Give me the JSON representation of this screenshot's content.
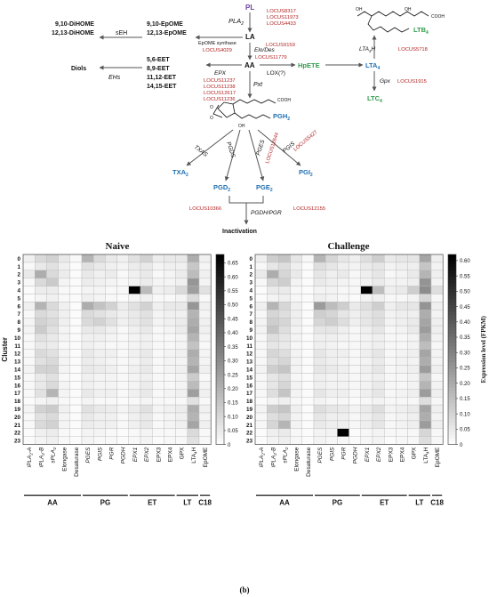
{
  "pathway": {
    "PL": "PL",
    "PLA2": "PLA",
    "PLA2_sub": "2",
    "loci_pla2": [
      "LOCUS8317",
      "LOCUS11973",
      "LOCUS4433"
    ],
    "LA": "LA",
    "epome": [
      "9,10-EpOME",
      "12,13-EpOME"
    ],
    "dihome": [
      "9,10-DiHOME",
      "12,13-DiHOME"
    ],
    "seh": "sEH",
    "epome_synthase": "EpOME synthase",
    "locus_epome": "LOCUS4029",
    "elo_des": "Elo/Des",
    "loci_elo": [
      "LOCUS9159",
      "LOCUS11779"
    ],
    "AA": "AA",
    "eets": [
      "5,6-EET",
      "8,9-EET",
      "11,12-EET",
      "14,15-EET"
    ],
    "diols": "Diols",
    "ehs": "EHs",
    "epx": "EPX",
    "loci_epx": [
      "LOCUS11237",
      "LOCUS11238",
      "LOCUS12617",
      "LOCUS11236"
    ],
    "lox": "LOX(?)",
    "hpete": "HpETE",
    "lta4": "LTA",
    "lta4_sub": "4",
    "ltb4": "LTB",
    "ltb4_sub": "4",
    "lta4h": "LTA",
    "lta4h_sub": "4",
    "lta4h_suffix": "H",
    "locus_lta4h": "LOCUS5718",
    "gpx": "Gpx",
    "locus_gpx": "LOCUS1915",
    "ltc4": "LTC",
    "ltc4_sub": "4",
    "pxt": "Pxt",
    "cooh": "COOH",
    "oh": "OH",
    "o": "O",
    "pgh2": "PGH",
    "pgh2_sub": "2",
    "txas": "TXAS",
    "pgds": "PGDS",
    "pges": "PGES",
    "pgis": "PGIS",
    "locus_5427": "LOCUS5427",
    "locus_12644": "LOCUS12644",
    "txa2": "TXA",
    "txa2_sub": "2",
    "pgd2": "PGD",
    "pgd2_sub": "2",
    "pge2": "PGE",
    "pge2_sub": "2",
    "pgi2": "PGI",
    "pgi2_sub": "2",
    "locus_10366": "LOCUS10366",
    "pgdh_pgr": "PGDH/PGR",
    "locus_12155": "LOCUS12155",
    "inactivation": "Inactivation",
    "colors": {
      "locus": "#b22222",
      "hpete": "#2e9b4a",
      "pg": "#1f6fb2",
      "violet": "#6a3fa0",
      "arrow": "#555555"
    }
  },
  "chart_data": [
    {
      "type": "heatmap",
      "title": "Naive",
      "ylabel": "Cluster",
      "y_categories": [
        "0",
        "1",
        "2",
        "3",
        "4",
        "5",
        "6",
        "7",
        "8",
        "9",
        "10",
        "11",
        "12",
        "13",
        "14",
        "15",
        "16",
        "17",
        "18",
        "19",
        "20",
        "21",
        "22",
        "23"
      ],
      "x_categories": [
        "iPLA2-A",
        "iPLA2-B",
        "sPLA2",
        "Elongase",
        "Desaturase",
        "PGES",
        "PGIS",
        "PGR",
        "PGDH",
        "EPX1",
        "EPX2",
        "EPX3",
        "EPX4",
        "GPX",
        "LTA4H",
        "EpOME"
      ],
      "groups": [
        {
          "label": "AA",
          "from": 0,
          "to": 4
        },
        {
          "label": "PG",
          "from": 5,
          "to": 8
        },
        {
          "label": "ET",
          "from": 9,
          "to": 12
        },
        {
          "label": "LT",
          "from": 13,
          "to": 14
        },
        {
          "label": "C18",
          "from": 15,
          "to": 15
        }
      ],
      "colorbar_ticks": [
        "0",
        "0.05",
        "0.10",
        "0.15",
        "0.20",
        "0.25",
        "0.30",
        "0.35",
        "0.40",
        "0.45",
        "0.50",
        "0.55",
        "0.60",
        "0.65"
      ],
      "vmin": 0,
      "vmax": 0.68,
      "values": [
        [
          0.04,
          0.1,
          0.12,
          0.06,
          0.02,
          0.2,
          0.1,
          0.06,
          0.04,
          0.08,
          0.12,
          0.05,
          0.06,
          0.06,
          0.22,
          0.04
        ],
        [
          0.02,
          0.06,
          0.08,
          0.04,
          0.01,
          0.08,
          0.06,
          0.04,
          0.03,
          0.05,
          0.06,
          0.03,
          0.04,
          0.04,
          0.15,
          0.03
        ],
        [
          0.06,
          0.22,
          0.1,
          0.05,
          0.01,
          0.06,
          0.04,
          0.05,
          0.02,
          0.04,
          0.06,
          0.02,
          0.03,
          0.05,
          0.18,
          0.04
        ],
        [
          0.02,
          0.1,
          0.14,
          0.03,
          0.01,
          0.05,
          0.04,
          0.03,
          0.02,
          0.03,
          0.05,
          0.03,
          0.03,
          0.04,
          0.28,
          0.03
        ],
        [
          0.01,
          0.05,
          0.05,
          0.02,
          0.01,
          0.03,
          0.03,
          0.02,
          0.02,
          0.68,
          0.18,
          0.04,
          0.05,
          0.1,
          0.26,
          0.08
        ],
        [
          0.01,
          0.03,
          0.04,
          0.02,
          0.01,
          0.04,
          0.03,
          0.02,
          0.01,
          0.03,
          0.04,
          0.02,
          0.02,
          0.03,
          0.1,
          0.02
        ],
        [
          0.04,
          0.2,
          0.1,
          0.04,
          0.01,
          0.22,
          0.16,
          0.12,
          0.05,
          0.08,
          0.12,
          0.04,
          0.06,
          0.06,
          0.28,
          0.04
        ],
        [
          0.02,
          0.1,
          0.08,
          0.04,
          0.01,
          0.1,
          0.08,
          0.06,
          0.04,
          0.06,
          0.08,
          0.03,
          0.04,
          0.04,
          0.2,
          0.03
        ],
        [
          0.03,
          0.12,
          0.1,
          0.04,
          0.01,
          0.1,
          0.12,
          0.08,
          0.04,
          0.06,
          0.08,
          0.03,
          0.04,
          0.05,
          0.22,
          0.04
        ],
        [
          0.03,
          0.14,
          0.08,
          0.03,
          0.01,
          0.06,
          0.06,
          0.04,
          0.02,
          0.04,
          0.06,
          0.02,
          0.03,
          0.05,
          0.24,
          0.04
        ],
        [
          0.02,
          0.08,
          0.06,
          0.03,
          0.01,
          0.04,
          0.04,
          0.03,
          0.02,
          0.03,
          0.04,
          0.02,
          0.02,
          0.03,
          0.2,
          0.03
        ],
        [
          0.02,
          0.06,
          0.05,
          0.02,
          0.01,
          0.04,
          0.03,
          0.02,
          0.02,
          0.03,
          0.04,
          0.02,
          0.02,
          0.03,
          0.16,
          0.02
        ],
        [
          0.02,
          0.1,
          0.08,
          0.03,
          0.01,
          0.06,
          0.04,
          0.04,
          0.02,
          0.04,
          0.06,
          0.02,
          0.03,
          0.04,
          0.22,
          0.03
        ],
        [
          0.02,
          0.08,
          0.1,
          0.03,
          0.01,
          0.05,
          0.04,
          0.03,
          0.02,
          0.03,
          0.05,
          0.02,
          0.03,
          0.03,
          0.2,
          0.03
        ],
        [
          0.03,
          0.12,
          0.12,
          0.03,
          0.01,
          0.06,
          0.05,
          0.04,
          0.02,
          0.04,
          0.06,
          0.02,
          0.03,
          0.04,
          0.24,
          0.04
        ],
        [
          0.02,
          0.06,
          0.08,
          0.02,
          0.01,
          0.04,
          0.03,
          0.03,
          0.02,
          0.03,
          0.04,
          0.02,
          0.02,
          0.03,
          0.14,
          0.02
        ],
        [
          0.02,
          0.06,
          0.1,
          0.03,
          0.01,
          0.04,
          0.03,
          0.03,
          0.02,
          0.03,
          0.05,
          0.02,
          0.02,
          0.03,
          0.18,
          0.03
        ],
        [
          0.02,
          0.08,
          0.2,
          0.03,
          0.01,
          0.06,
          0.04,
          0.04,
          0.02,
          0.04,
          0.06,
          0.02,
          0.03,
          0.04,
          0.26,
          0.04
        ],
        [
          0.01,
          0.03,
          0.04,
          0.02,
          0.01,
          0.03,
          0.02,
          0.02,
          0.01,
          0.02,
          0.03,
          0.02,
          0.02,
          0.02,
          0.08,
          0.02
        ],
        [
          0.03,
          0.12,
          0.14,
          0.04,
          0.01,
          0.08,
          0.06,
          0.05,
          0.03,
          0.05,
          0.08,
          0.03,
          0.04,
          0.05,
          0.22,
          0.04
        ],
        [
          0.02,
          0.08,
          0.1,
          0.03,
          0.01,
          0.06,
          0.04,
          0.04,
          0.02,
          0.04,
          0.06,
          0.02,
          0.03,
          0.04,
          0.2,
          0.03
        ],
        [
          0.02,
          0.1,
          0.12,
          0.03,
          0.01,
          0.05,
          0.04,
          0.04,
          0.02,
          0.04,
          0.06,
          0.02,
          0.03,
          0.04,
          0.24,
          0.04
        ],
        [
          0.01,
          0.04,
          0.05,
          0.02,
          0.01,
          0.03,
          0.03,
          0.02,
          0.01,
          0.02,
          0.03,
          0.02,
          0.02,
          0.02,
          0.1,
          0.02
        ],
        [
          0.01,
          0.03,
          0.04,
          0.02,
          0.01,
          0.03,
          0.02,
          0.02,
          0.01,
          0.02,
          0.03,
          0.01,
          0.02,
          0.02,
          0.08,
          0.02
        ]
      ]
    },
    {
      "type": "heatmap",
      "title": "Challenge",
      "y_categories": [
        "0",
        "1",
        "2",
        "3",
        "4",
        "5",
        "6",
        "7",
        "8",
        "9",
        "10",
        "11",
        "12",
        "13",
        "14",
        "15",
        "16",
        "17",
        "18",
        "19",
        "20",
        "21",
        "22",
        "23"
      ],
      "x_categories": [
        "iPLA2-A",
        "iPLA2-B",
        "sPLA2",
        "Elongase",
        "Desaturase",
        "PGES",
        "PGIS",
        "PGR",
        "PGDH",
        "EPX1",
        "EPX2",
        "EPX3",
        "EPX4",
        "GPX",
        "LTA4H",
        "EpOME"
      ],
      "groups": [
        {
          "label": "AA",
          "from": 0,
          "to": 4
        },
        {
          "label": "PG",
          "from": 5,
          "to": 8
        },
        {
          "label": "ET",
          "from": 9,
          "to": 12
        },
        {
          "label": "LT",
          "from": 13,
          "to": 14
        },
        {
          "label": "C18",
          "from": 15,
          "to": 15
        }
      ],
      "colorbar_label": "Expression level (FPKM)",
      "colorbar_ticks": [
        "0",
        "0.05",
        "0.10",
        "0.15",
        "0.20",
        "0.25",
        "0.30",
        "0.35",
        "0.40",
        "0.45",
        "0.50",
        "0.55",
        "0.60"
      ],
      "vmin": 0,
      "vmax": 0.62,
      "values": [
        [
          0.04,
          0.12,
          0.14,
          0.06,
          0.02,
          0.18,
          0.1,
          0.06,
          0.04,
          0.08,
          0.12,
          0.05,
          0.06,
          0.06,
          0.22,
          0.04
        ],
        [
          0.02,
          0.06,
          0.08,
          0.04,
          0.01,
          0.08,
          0.06,
          0.04,
          0.03,
          0.05,
          0.06,
          0.03,
          0.04,
          0.04,
          0.14,
          0.03
        ],
        [
          0.05,
          0.2,
          0.1,
          0.05,
          0.01,
          0.06,
          0.04,
          0.05,
          0.02,
          0.04,
          0.06,
          0.02,
          0.03,
          0.05,
          0.18,
          0.04
        ],
        [
          0.02,
          0.1,
          0.12,
          0.03,
          0.01,
          0.05,
          0.04,
          0.03,
          0.02,
          0.03,
          0.05,
          0.03,
          0.03,
          0.04,
          0.26,
          0.03
        ],
        [
          0.01,
          0.05,
          0.05,
          0.02,
          0.01,
          0.03,
          0.03,
          0.02,
          0.02,
          0.62,
          0.16,
          0.04,
          0.05,
          0.12,
          0.28,
          0.08
        ],
        [
          0.01,
          0.03,
          0.04,
          0.02,
          0.01,
          0.04,
          0.03,
          0.02,
          0.01,
          0.03,
          0.04,
          0.02,
          0.02,
          0.03,
          0.1,
          0.02
        ],
        [
          0.04,
          0.18,
          0.1,
          0.04,
          0.01,
          0.24,
          0.16,
          0.12,
          0.05,
          0.08,
          0.12,
          0.04,
          0.06,
          0.06,
          0.26,
          0.04
        ],
        [
          0.02,
          0.1,
          0.08,
          0.04,
          0.01,
          0.12,
          0.1,
          0.06,
          0.04,
          0.06,
          0.08,
          0.03,
          0.04,
          0.04,
          0.2,
          0.03
        ],
        [
          0.03,
          0.12,
          0.1,
          0.04,
          0.01,
          0.1,
          0.12,
          0.08,
          0.04,
          0.06,
          0.08,
          0.03,
          0.04,
          0.05,
          0.22,
          0.04
        ],
        [
          0.03,
          0.14,
          0.08,
          0.03,
          0.01,
          0.06,
          0.06,
          0.04,
          0.02,
          0.04,
          0.06,
          0.02,
          0.03,
          0.05,
          0.24,
          0.04
        ],
        [
          0.02,
          0.08,
          0.06,
          0.03,
          0.01,
          0.04,
          0.04,
          0.03,
          0.02,
          0.03,
          0.04,
          0.02,
          0.02,
          0.03,
          0.2,
          0.03
        ],
        [
          0.02,
          0.06,
          0.05,
          0.02,
          0.01,
          0.04,
          0.03,
          0.02,
          0.02,
          0.03,
          0.04,
          0.02,
          0.02,
          0.03,
          0.16,
          0.02
        ],
        [
          0.02,
          0.1,
          0.08,
          0.03,
          0.01,
          0.06,
          0.04,
          0.04,
          0.02,
          0.04,
          0.06,
          0.02,
          0.03,
          0.04,
          0.22,
          0.03
        ],
        [
          0.02,
          0.08,
          0.1,
          0.03,
          0.01,
          0.05,
          0.04,
          0.03,
          0.02,
          0.03,
          0.05,
          0.02,
          0.03,
          0.03,
          0.2,
          0.03
        ],
        [
          0.03,
          0.12,
          0.14,
          0.03,
          0.01,
          0.06,
          0.05,
          0.04,
          0.02,
          0.04,
          0.06,
          0.02,
          0.03,
          0.04,
          0.24,
          0.04
        ],
        [
          0.02,
          0.06,
          0.08,
          0.02,
          0.01,
          0.04,
          0.03,
          0.03,
          0.02,
          0.03,
          0.04,
          0.02,
          0.02,
          0.03,
          0.14,
          0.02
        ],
        [
          0.02,
          0.06,
          0.1,
          0.03,
          0.01,
          0.04,
          0.03,
          0.03,
          0.02,
          0.03,
          0.05,
          0.02,
          0.02,
          0.03,
          0.18,
          0.03
        ],
        [
          0.02,
          0.08,
          0.14,
          0.03,
          0.01,
          0.06,
          0.04,
          0.04,
          0.02,
          0.04,
          0.06,
          0.02,
          0.03,
          0.04,
          0.24,
          0.04
        ],
        [
          0.01,
          0.03,
          0.04,
          0.02,
          0.01,
          0.03,
          0.02,
          0.02,
          0.01,
          0.02,
          0.03,
          0.02,
          0.02,
          0.02,
          0.08,
          0.02
        ],
        [
          0.03,
          0.12,
          0.14,
          0.04,
          0.01,
          0.08,
          0.06,
          0.05,
          0.03,
          0.05,
          0.08,
          0.03,
          0.04,
          0.05,
          0.22,
          0.04
        ],
        [
          0.02,
          0.08,
          0.1,
          0.03,
          0.01,
          0.06,
          0.04,
          0.04,
          0.02,
          0.04,
          0.06,
          0.02,
          0.03,
          0.04,
          0.2,
          0.03
        ],
        [
          0.02,
          0.1,
          0.18,
          0.03,
          0.01,
          0.05,
          0.04,
          0.04,
          0.02,
          0.04,
          0.06,
          0.02,
          0.03,
          0.04,
          0.24,
          0.04
        ],
        [
          0.01,
          0.04,
          0.05,
          0.02,
          0.01,
          0.03,
          0.03,
          0.62,
          0.01,
          0.02,
          0.03,
          0.02,
          0.02,
          0.02,
          0.1,
          0.02
        ],
        [
          0.01,
          0.03,
          0.04,
          0.02,
          0.01,
          0.03,
          0.02,
          0.02,
          0.01,
          0.02,
          0.03,
          0.01,
          0.02,
          0.02,
          0.08,
          0.02
        ]
      ]
    }
  ],
  "figure_label": "(b)"
}
